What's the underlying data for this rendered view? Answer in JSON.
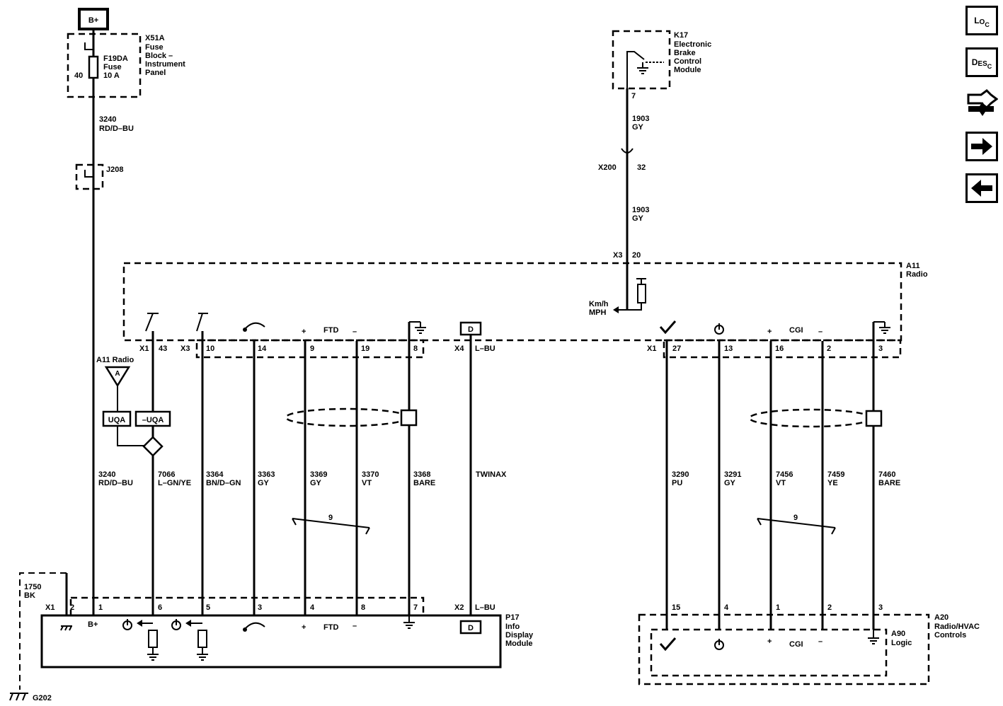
{
  "nav": {
    "loc": {
      "l1": "L",
      "l2": "O",
      "l3": "C"
    },
    "desc": {
      "l1": "D",
      "l2": "E",
      "l3": "S",
      "l4": "C"
    },
    "icons": [
      "connector-icon",
      "arrow-right-icon",
      "arrow-left-icon"
    ]
  },
  "battery": {
    "label": "B+"
  },
  "fuse_block": {
    "name": "X51A",
    "desc": [
      "Fuse",
      "Block –",
      "Instrument",
      "Panel"
    ],
    "fuse": [
      "F19DA",
      "Fuse",
      "10 A"
    ],
    "pin": "40"
  },
  "splice": "J208",
  "circuit_top": {
    "num": "3240",
    "color": "RD/D–BU"
  },
  "ebcm": {
    "name": "K17",
    "desc": [
      "Electronic",
      "Brake",
      "Control",
      "Module"
    ],
    "pin": "7"
  },
  "ebcm_wire1": {
    "num": "1903",
    "color": "GY"
  },
  "x200": {
    "conn": "X200",
    "pin": "32"
  },
  "ebcm_wire2": {
    "num": "1903",
    "color": "GY"
  },
  "radio": {
    "name": "A11",
    "desc": "Radio",
    "x3_conn": "X3",
    "x3_pin": "20",
    "speed_label": [
      "Km/h",
      "MPH"
    ],
    "ftd": "FTD",
    "cgi": "CGI",
    "plus": "+",
    "minus": "–",
    "video_icon_label": "D",
    "left_pins": {
      "x1": "X1",
      "p43": "43",
      "x3": "X3",
      "p10": "10",
      "p14": "14",
      "p9": "9",
      "p19": "19",
      "p8": "8",
      "x4": "X4",
      "lbu": "L–BU"
    },
    "right_pins": {
      "x1": "X1",
      "p27": "27",
      "p13": "13",
      "p16": "16",
      "p2": "2",
      "p3": "3"
    }
  },
  "a11_radio_ref": {
    "title": "A11 Radio",
    "symbol": "A",
    "uqa": "UQA",
    "nuqa": "–UQA"
  },
  "left_wires": [
    {
      "num": "3240",
      "color": "RD/D–BU"
    },
    {
      "num": "7066",
      "color": "L–GN/YE"
    },
    {
      "num": "3364",
      "color": "BN/D–GN"
    },
    {
      "num": "3363",
      "color": "GY"
    },
    {
      "num": "3369",
      "color": "GY"
    },
    {
      "num": "3370",
      "color": "VT"
    },
    {
      "num": "3368",
      "color": "BARE"
    },
    {
      "num": "TWINAX",
      "color": ""
    }
  ],
  "right_wires": [
    {
      "num": "3290",
      "color": "PU"
    },
    {
      "num": "3291",
      "color": "GY"
    },
    {
      "num": "7456",
      "color": "VT"
    },
    {
      "num": "7459",
      "color": "YE"
    },
    {
      "num": "7460",
      "color": "BARE"
    }
  ],
  "twist_left": "9",
  "twist_right": "9",
  "ground_wire": {
    "num": "1750",
    "color": "BK"
  },
  "ground": "G202",
  "display": {
    "name": "P17",
    "desc": [
      "Info",
      "Display",
      "Module"
    ],
    "pins": {
      "x1": "X1",
      "p2": "2",
      "p1": "1",
      "p6": "6",
      "p5": "5",
      "p3": "3",
      "p4": "4",
      "p8": "8",
      "p7": "7",
      "x2": "X2",
      "lbu": "L–BU"
    },
    "bplus": "B+",
    "ftd": "FTD",
    "plus": "+",
    "minus": "–",
    "video_icon_label": "D"
  },
  "hvac": {
    "name": "A20",
    "desc": [
      "Radio/HVAC",
      "Controls"
    ],
    "logic_name": "A90",
    "logic_desc": "Logic",
    "pins": {
      "p15": "15",
      "p4": "4",
      "p1": "1",
      "p2": "2",
      "p3": "3"
    },
    "cgi": "CGI",
    "plus": "+",
    "minus": "–"
  }
}
